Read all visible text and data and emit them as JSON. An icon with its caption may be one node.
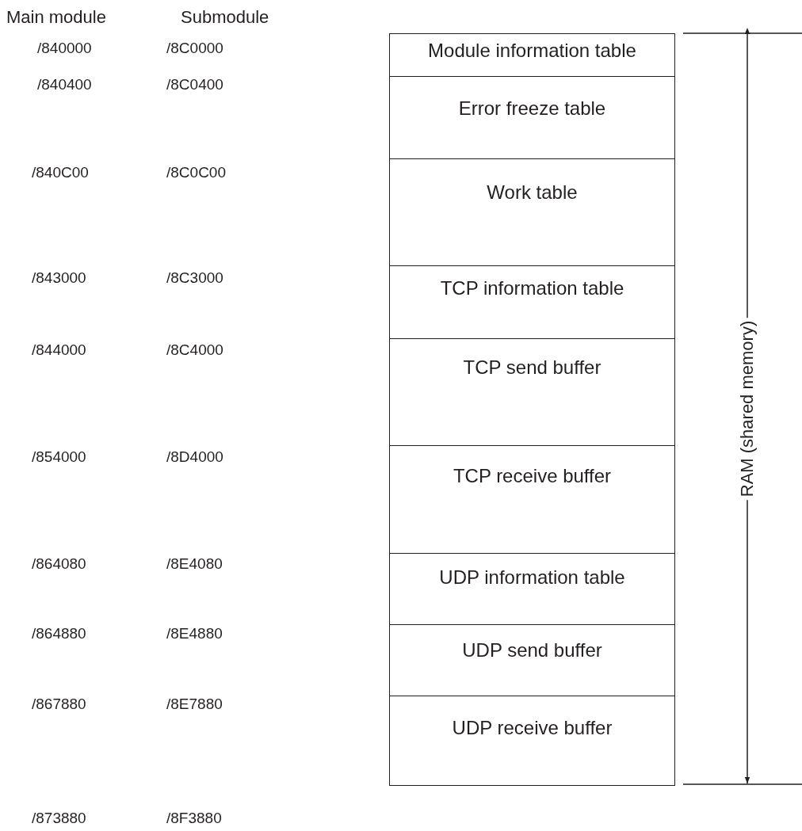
{
  "diagram": {
    "nodes": [
      {
        "text": [
          "Module information table"
        ]
      },
      {
        "text": [
          "Error freeze table"
        ]
      },
      {
        "text": [
          "Work table"
        ]
      },
      {
        "text": [
          "TCP information table"
        ]
      },
      {
        "text": [
          "TCP send buffer"
        ]
      },
      {
        "text": [
          "TCP receive buffer"
        ]
      },
      {
        "text": [
          "UDP information table"
        ]
      },
      {
        "text": [
          "UDP send buffer"
        ]
      },
      {
        "text": [
          "UDP receive buffer"
        ]
      }
    ],
    "edges": [],
    "labels": [
      "Main module",
      "Submodule",
      "/840000",
      "/8C0000",
      "/840400",
      "/8C0400",
      "/840C00",
      "/8C0C00",
      "/843000",
      "/8C3000",
      "/844000",
      "/8C4000",
      "/854000",
      "/8D4000",
      "/864080",
      "/8E4080",
      "/864880",
      "/8E4880",
      "/867880",
      "/8E7880",
      "/873880",
      "/8F3880",
      "RAM (shared memory)"
    ]
  }
}
